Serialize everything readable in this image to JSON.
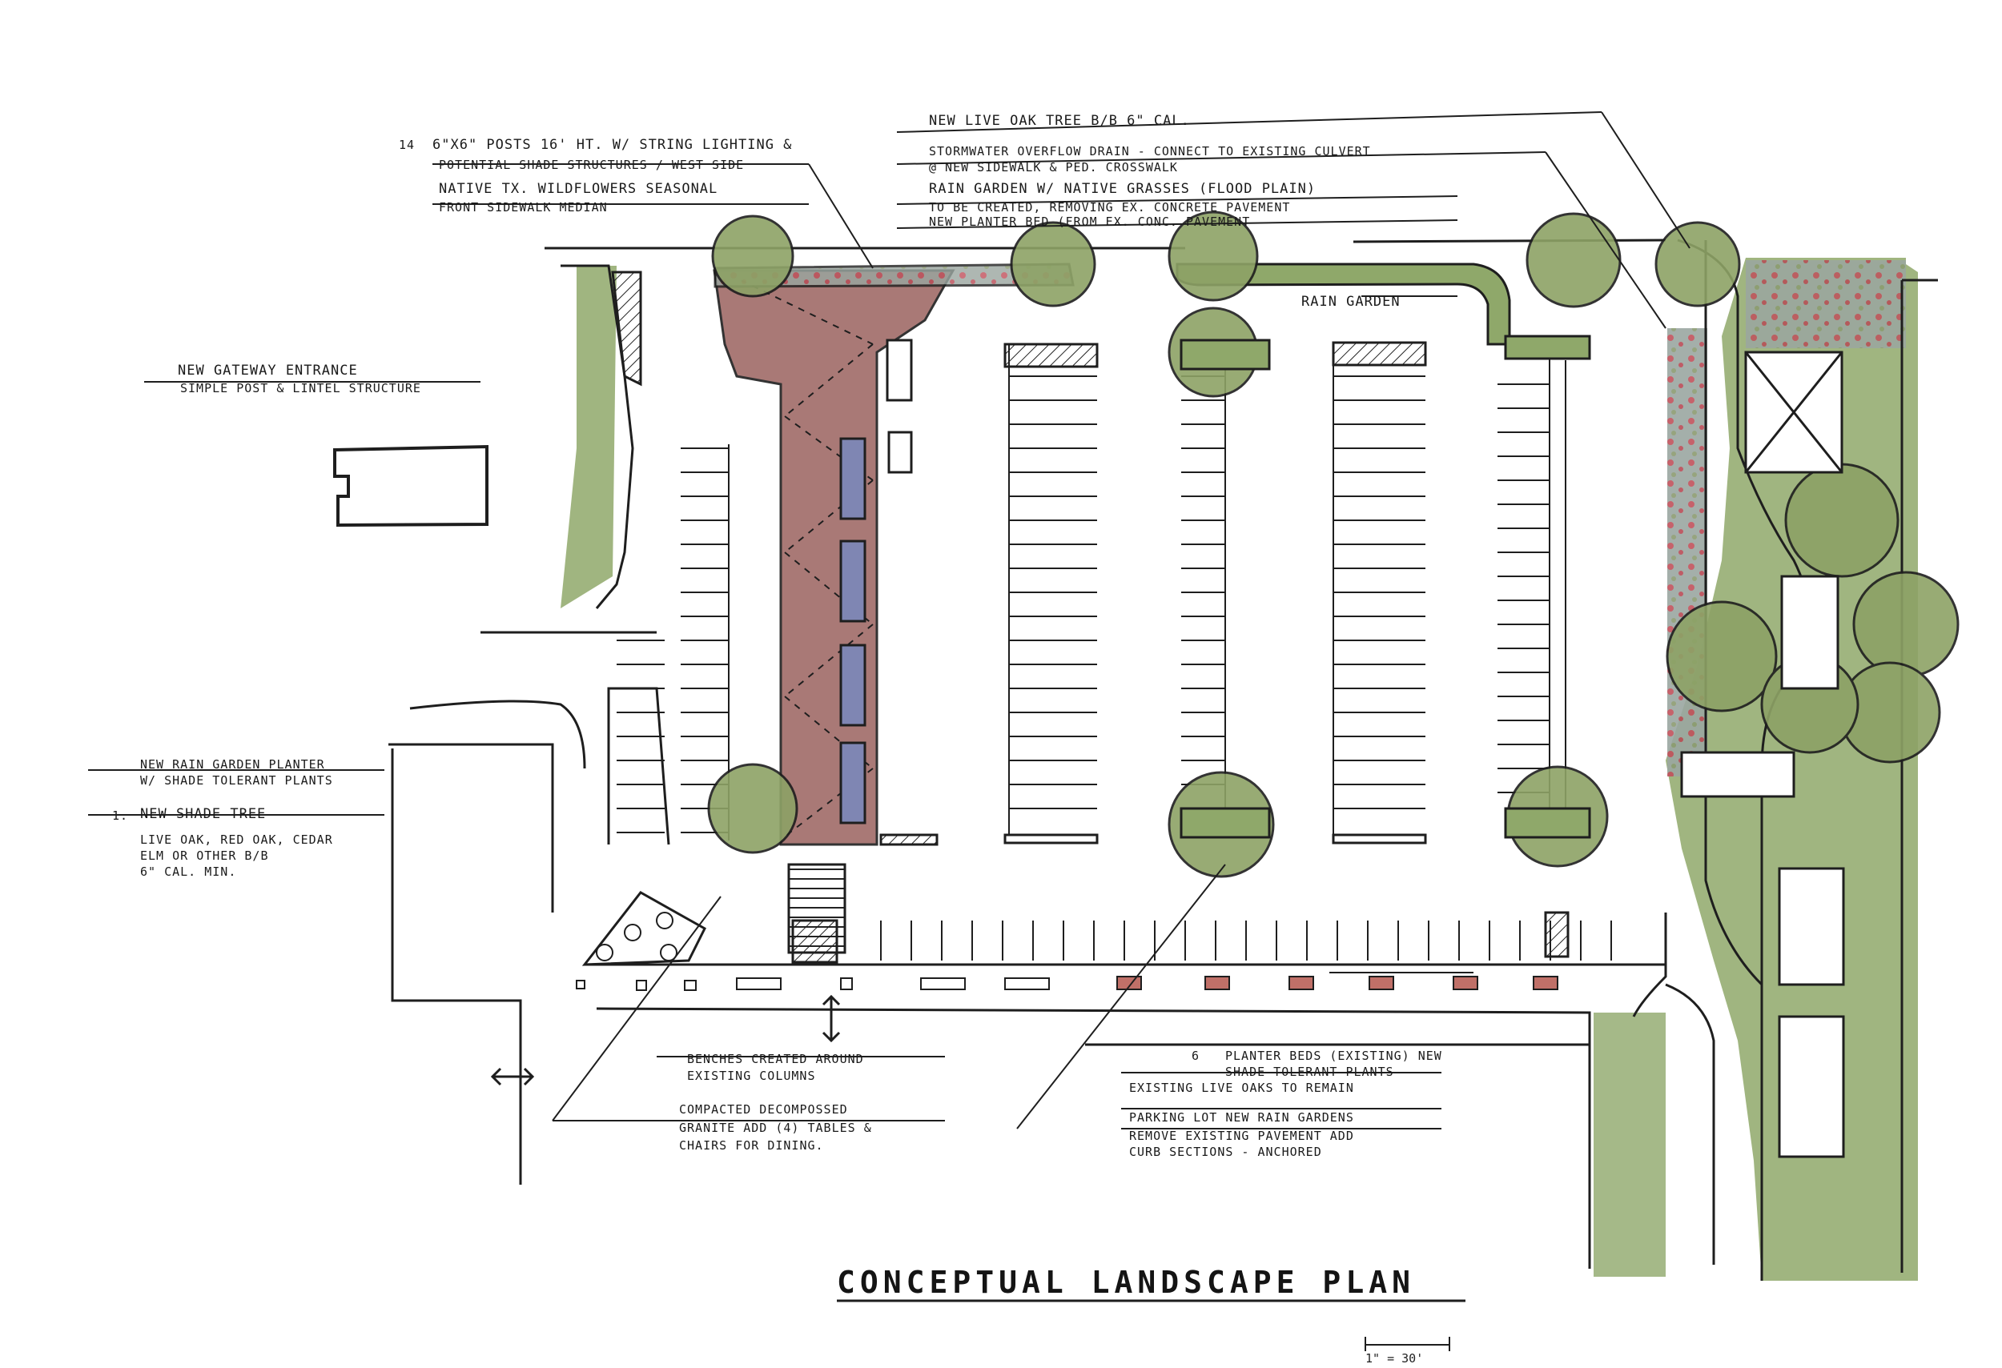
{
  "title": "CONCEPTUAL LANDSCAPE PLAN",
  "scale": "1\" = 30'",
  "colors": {
    "lawn": "#8fa86a",
    "plaza": "#a06b68",
    "tree": "#8da266",
    "bench": "#7f86b3",
    "ink": "#1e1e1e",
    "flowers": "#c0505b"
  },
  "notes": {
    "posts_num": "14",
    "posts_1": "6\"x6\" POSTS 16' HT. W/ STRING LIGHTING &",
    "posts_2": "POTENTIAL SHADE STRUCTURES / WEST SIDE",
    "wildflowers_1": "NATIVE TX. WILDFLOWERS SEASONAL",
    "wildflowers_2": "FRONT SIDEWALK MEDIAN",
    "oak_1": "NEW LIVE OAK TREE B/B 6\" CAL.",
    "storm_1": "STORMWATER OVERFLOW DRAIN - CONNECT TO EXISTING CULVERT",
    "storm_2": "@ NEW SIDEWALK & PED. CROSSWALK",
    "rain_1": "RAIN GARDEN W/ NATIVE GRASSES (FLOOD PLAIN)",
    "rain_2": "TO BE CREATED, REMOVING EX. CONCRETE PAVEMENT",
    "rain_3": "NEW PLANTER BED (FROM EX. CONC. PAVEMENT",
    "rain_garden": "RAIN GARDEN",
    "gateway_1": "NEW GATEWAY ENTRANCE",
    "gateway_2": "SIMPLE POST & LINTEL STRUCTURE",
    "planter_1": "NEW RAIN GARDEN PLANTER",
    "planter_2": "W/ SHADE TOLERANT PLANTS",
    "shade_num": "1.",
    "shade_1": "NEW SHADE TREE",
    "shade_2": "LIVE OAK, RED OAK, CEDAR",
    "shade_3": "ELM OR OTHER B/B",
    "shade_4": "6\" CAL. MIN.",
    "benches_1": "BENCHES CREATED AROUND",
    "benches_2": "EXISTING COLUMNS",
    "granite_1": "COMPACTED DECOMPOSSED",
    "granite_2": "GRANITE ADD (4) TABLES &",
    "granite_3": "CHAIRS FOR DINING.",
    "beds_num": "6",
    "beds_1": "PLANTER BEDS (EXISTING) NEW",
    "beds_2": "SHADE TOLERANT PLANTS",
    "beds_3": "EXISTING LIVE OAKS TO REMAIN",
    "lot_1": "PARKING LOT NEW RAIN GARDENS",
    "lot_2": "REMOVE EXISTING PAVEMENT ADD",
    "lot_3": "CURB SECTIONS - ANCHORED"
  }
}
